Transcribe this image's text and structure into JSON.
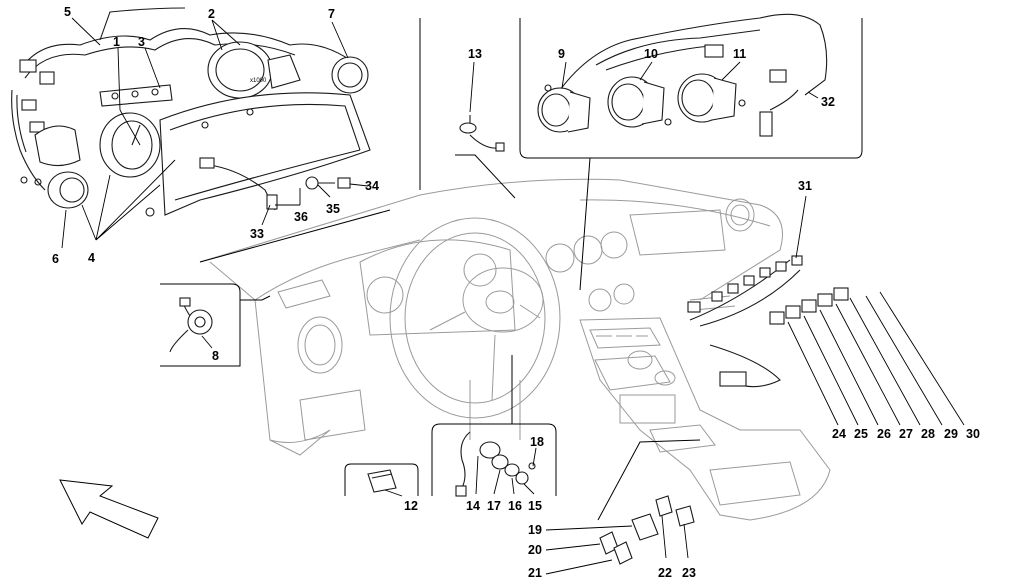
{
  "diagram": {
    "background": "#ffffff",
    "line_color": "#000000",
    "outline_color": "#9a9a9a",
    "callouts": [
      "1",
      "2",
      "3",
      "4",
      "5",
      "6",
      "7",
      "8",
      "9",
      "10",
      "11",
      "12",
      "13",
      "14",
      "15",
      "16",
      "17",
      "18",
      "19",
      "20",
      "21",
      "22",
      "23",
      "24",
      "25",
      "26",
      "27",
      "28",
      "29",
      "30",
      "31",
      "32",
      "33",
      "34",
      "35",
      "36"
    ],
    "direction_icon": "arrow-icon",
    "dial_label": "x1000"
  }
}
